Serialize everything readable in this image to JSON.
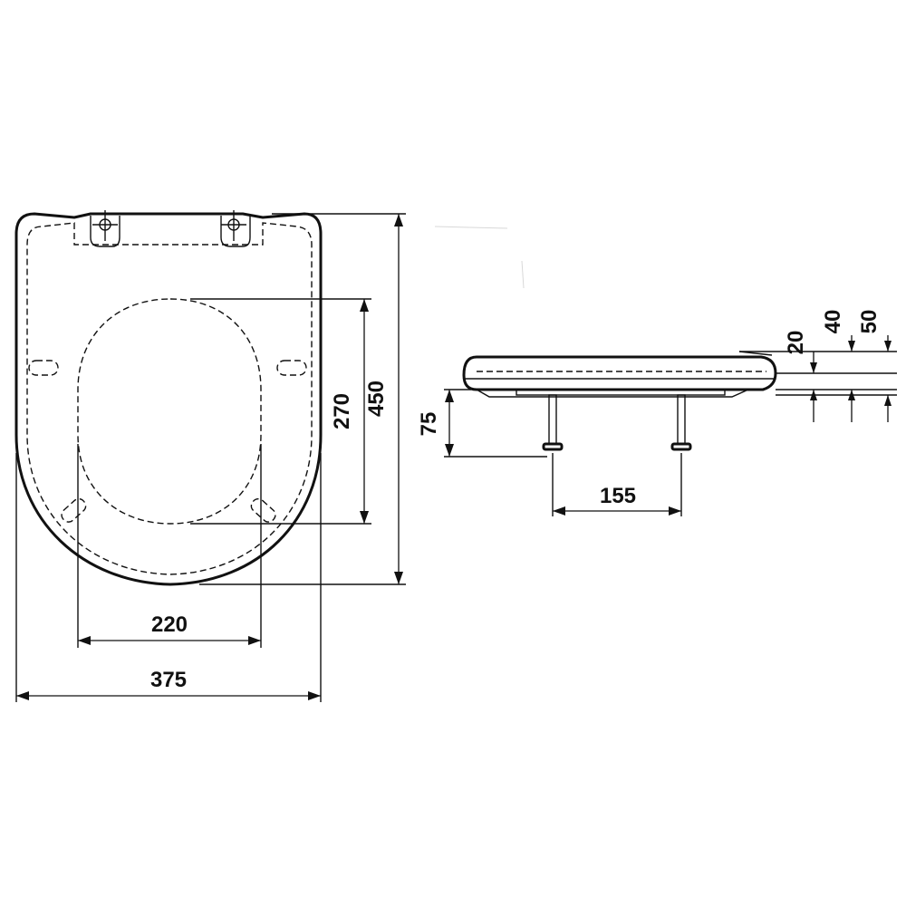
{
  "top_view": {
    "dimensions": {
      "overall_width": "375",
      "inner_width": "220",
      "overall_length": "450",
      "opening_length": "270"
    }
  },
  "side_view": {
    "dimensions": {
      "bolt_length": "75",
      "bolt_spacing": "155",
      "lid_thickness": "20",
      "seat_height": "40",
      "total_height": "50"
    }
  }
}
